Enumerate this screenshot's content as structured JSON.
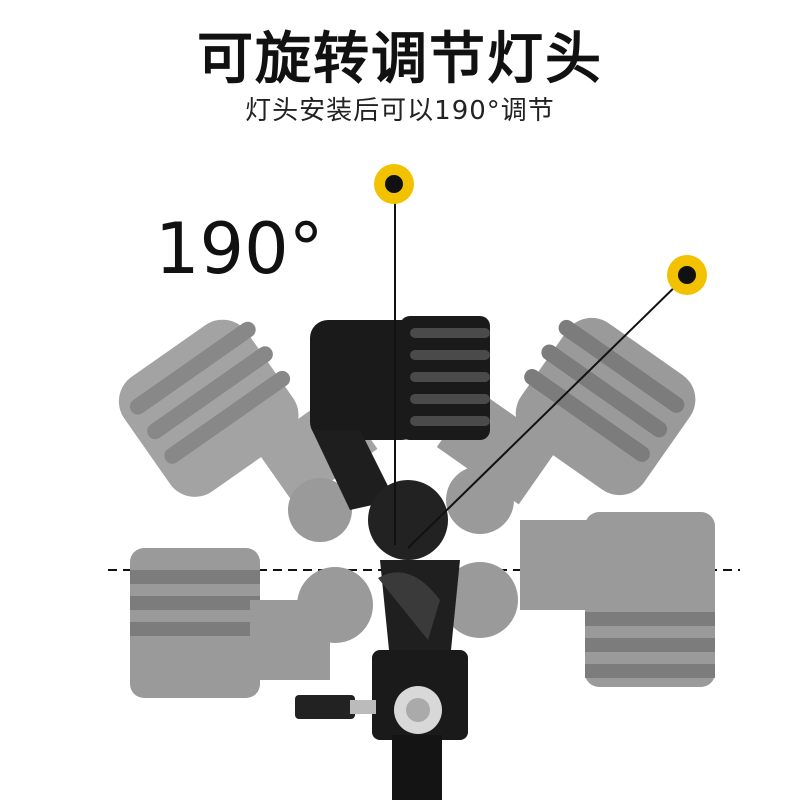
{
  "title": "可旋转调节灯头",
  "subtitle": "灯头安装后可以190°调节",
  "angle_label": "190°",
  "colors": {
    "accent": "#f2c200",
    "ghost": "#9a9a9a",
    "ghost_dark": "#7c7c7c",
    "head": "#1a1a1a"
  }
}
